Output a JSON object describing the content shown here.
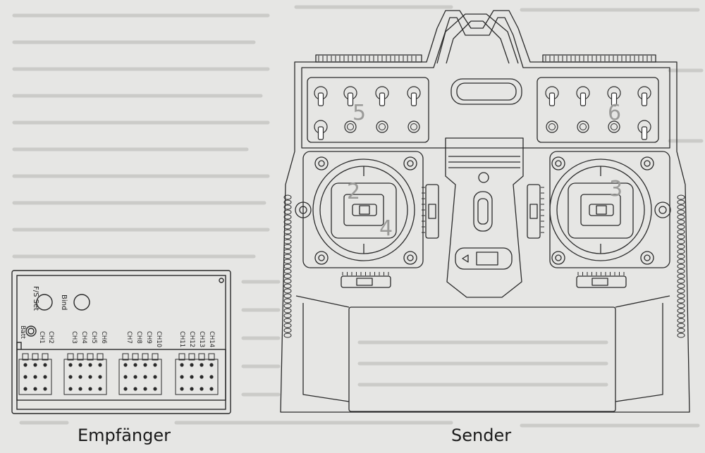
{
  "labels": {
    "receiver": "Empfänger",
    "transmitter": "Sender"
  },
  "receiver": {
    "fs_set": "F/S Set",
    "bind": "Bind",
    "batt": "Batt",
    "channels": [
      "CH1",
      "CH2",
      "CH3",
      "CH4",
      "CH5",
      "CH6",
      "CH7",
      "CH8",
      "CH9",
      "CH10",
      "CH11",
      "CH12",
      "CH13",
      "CH14"
    ]
  },
  "transmitter": {
    "marks": [
      "5",
      "6",
      "2",
      "4",
      "3"
    ]
  },
  "colors": {
    "paper": "#e6e6e4",
    "line": "#2a2a2a",
    "background_text": "#b9b9b6"
  }
}
